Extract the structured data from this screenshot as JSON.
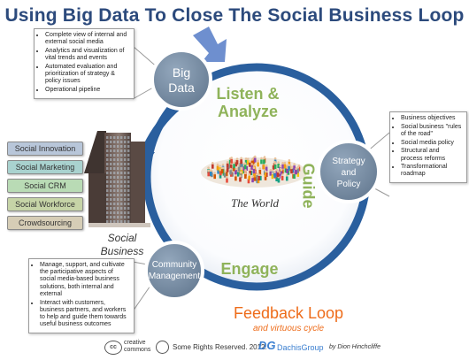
{
  "title": "Using Big Data To Close The Social Business Loop",
  "nodes": {
    "big_data": [
      "Big",
      "Data"
    ],
    "strategy": [
      "Strategy",
      "and",
      "Policy"
    ],
    "community": [
      "Community",
      "Management"
    ]
  },
  "cycle_labels": {
    "listen": [
      "Listen &",
      "Analyze"
    ],
    "guide": "Guide",
    "engage": "Engage"
  },
  "center_label": "The World",
  "social_business": [
    "Social",
    "Business"
  ],
  "feedback": {
    "title": "Feedback Loop",
    "subtitle": "and virtuous cycle"
  },
  "notes": {
    "big_data": [
      "Complete view of internal and external social media",
      "Analytics and visualization of vital trends and events",
      "Automated evaluation and prioritization of strategy & policy issues",
      "Operational pipeline"
    ],
    "strategy": [
      "Business objectives",
      "Social business \"rules of the road\"",
      "Social media policy",
      "Structural and process reforms",
      "Transformational roadmap"
    ],
    "community": [
      "Manage, support, and cultivate the participative aspects of social media-based business solutions, both internal and external",
      "Interact with customers, business partners, and workers to help and guide them towards useful business outcomes"
    ]
  },
  "capabilities": [
    {
      "label": "Social Innovation",
      "color": "#b8c6d9"
    },
    {
      "label": "Social Marketing",
      "color": "#a9d2cf"
    },
    {
      "label": "Social CRM",
      "color": "#b9dbb5"
    },
    {
      "label": "Social Workforce",
      "color": "#c6d4a7"
    },
    {
      "label": "Crowdsourcing",
      "color": "#d6cdb6"
    }
  ],
  "footer": {
    "cc_line1": "creative",
    "cc_line2": "commons",
    "rights": "Some Rights Reserved. 2012.",
    "dg": "DG",
    "brand": "DachisGroup",
    "author": "by Dion Hinchcliffe"
  },
  "colors": {
    "cycle": "#2a5f9e",
    "node": "#7e93a9",
    "label_green": "#8fb35a",
    "feedback": "#ee6c1a",
    "title": "#2c4a7c"
  }
}
